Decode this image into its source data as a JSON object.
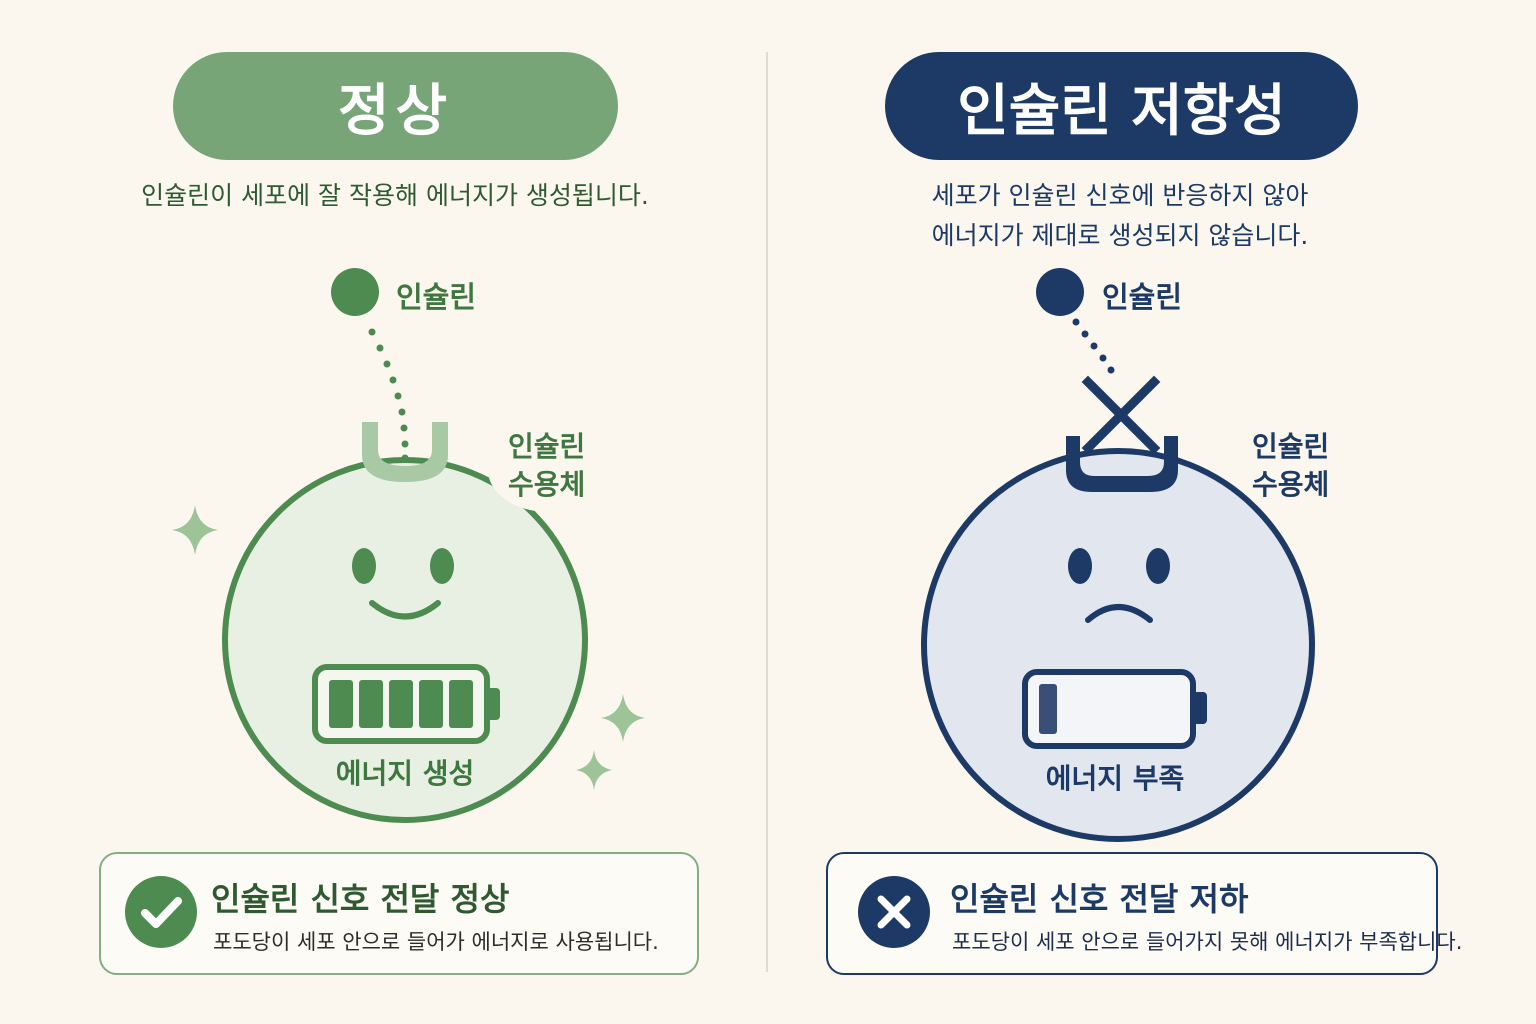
{
  "normal": {
    "title": "정상",
    "description": "인슐린이 세포에 잘 작용해 에너지가 생성됩니다.",
    "insulin_label": "인슐린",
    "receptor_label_line1": "인슐린",
    "receptor_label_line2": "수용체",
    "energy_label": "에너지 생성",
    "battery_level": 1.0,
    "card_title": "인슐린 신호 전달 정상",
    "card_subtitle": "포도당이 세포 안으로 들어가 에너지로 사용됩니다.",
    "card_icon": "check-icon",
    "colors": {
      "accent": "#4e8b50",
      "pill": "#77a578",
      "cell_fill": "#e8f0e3"
    }
  },
  "resistance": {
    "title": "인슐린 저항성",
    "description_line1": "세포가 인슐린 신호에 반응하지 않아",
    "description_line2": "에너지가 제대로 생성되지 않습니다.",
    "insulin_label": "인슐린",
    "receptor_label_line1": "인슐린",
    "receptor_label_line2": "수용체",
    "energy_label": "에너지 부족",
    "battery_level": 0.12,
    "card_title": "인슐린 신호 전달 저하",
    "card_subtitle": "포도당이 세포 안으로 들어가지 못해 에너지가 부족합니다.",
    "card_icon": "x-icon",
    "colors": {
      "accent": "#1d3a66",
      "cell_fill": "#e1e6ef"
    }
  }
}
